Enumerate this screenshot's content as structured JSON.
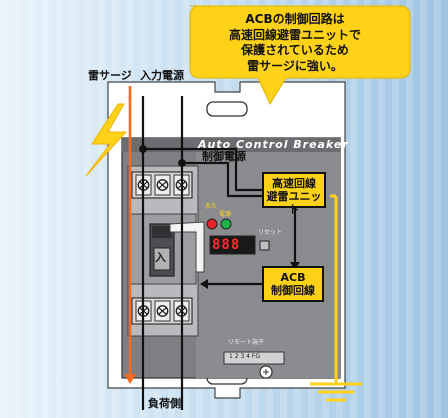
{
  "callout": {
    "lines": [
      "ACBの制御回路は",
      "高速回線避雷ユニットで",
      "保護されているため",
      "雷サージに強い。"
    ]
  },
  "labels": {
    "surge": "雷サージ",
    "input_power": "入力電源",
    "control_power": "制御電源",
    "load_side": "負荷側",
    "panel_title": "Auto Control Breaker",
    "breaker_text": "入",
    "display_digits": "888",
    "led_labels": [
      "永久",
      "電源"
    ],
    "reset": "リセット",
    "remote_terminal": "リモート端子",
    "remote_terminal_pins": "1 2 3 4   FG"
  },
  "boxes": {
    "arrester_unit": [
      "高速回線",
      "避雷ユニット"
    ],
    "control_circuit": [
      "ACB",
      "制御回線"
    ]
  },
  "colors": {
    "background": "#cfe4f4",
    "panel": "#7d7f82",
    "box_fill": "#ffd21a",
    "surge_line": "#f26a22",
    "ground_line": "#ffd21a",
    "lightning": "#ffd21a",
    "led_red": "#e8202a",
    "led_green": "#1fb24a",
    "display_red": "#ff2a2a"
  }
}
